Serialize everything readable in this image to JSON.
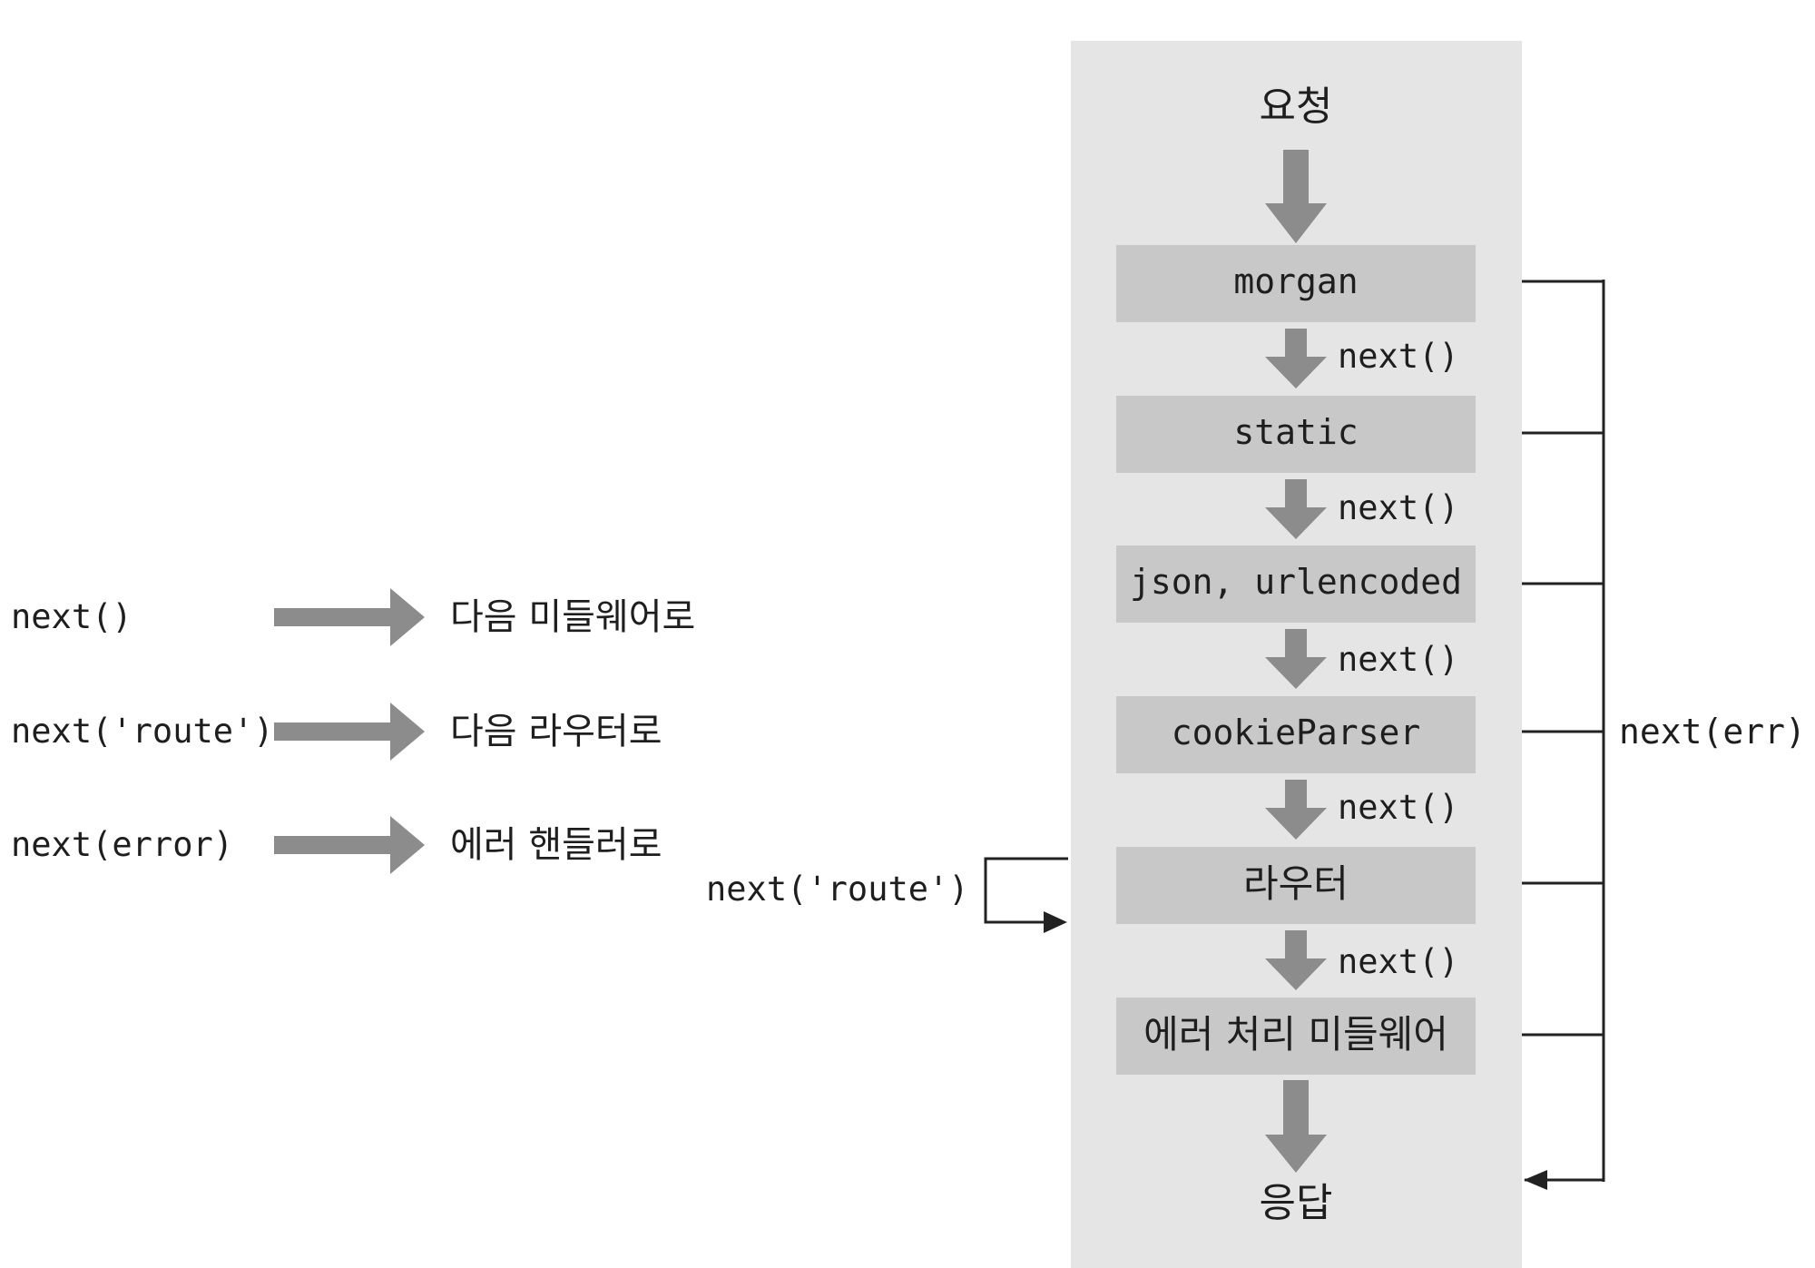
{
  "legend": [
    {
      "code": "next()",
      "meaning": "다음 미들웨어로"
    },
    {
      "code": "next('route')",
      "meaning": "다음 라우터로"
    },
    {
      "code": "next(error)",
      "meaning": "에러 핸들러로"
    }
  ],
  "flow": {
    "start": "요청",
    "end": "응답",
    "nodes": [
      "morgan",
      "static",
      "json, urlencoded",
      "cookieParser",
      "라우터",
      "에러 처리 미들웨어"
    ],
    "step_label": "next()",
    "error_label": "next(err)",
    "route_label": "next('route')"
  }
}
